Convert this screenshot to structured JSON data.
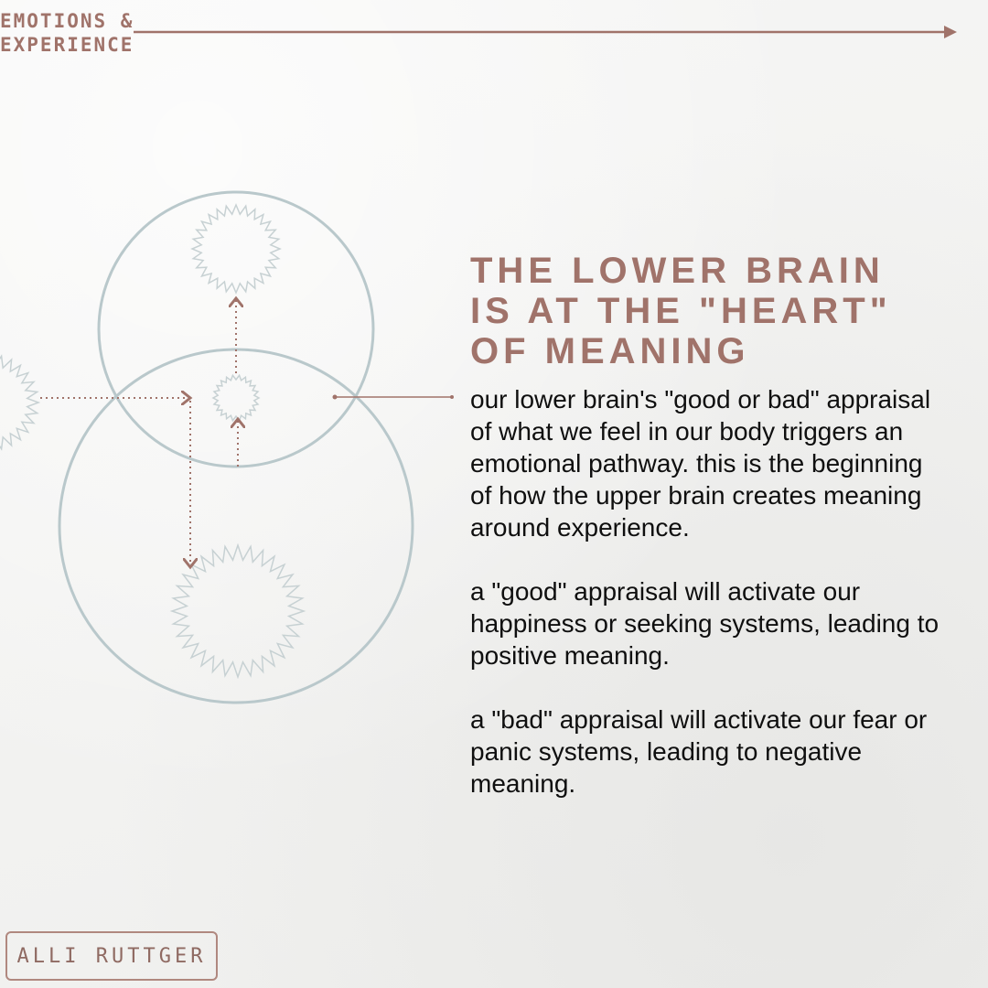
{
  "header": {
    "tag_line1": "EMOTIONS &",
    "tag_line2": "EXPERIENCE"
  },
  "title": {
    "line1": "THE LOWER BRAIN",
    "line2": "IS AT THE \"HEART\"",
    "line3": "OF MEANING"
  },
  "body": {
    "paragraph1": "our lower brain's \"good or bad\" appraisal of what we feel in our body triggers an emotional pathway. this is the beginning of how the upper brain creates meaning around experience.",
    "paragraph2": "a \"good\" appraisal will activate our happiness or seeking systems, leading to positive meaning.",
    "paragraph3": "a \"bad\" appraisal will activate our fear or panic systems, leading to negative meaning."
  },
  "footer": {
    "author": "ALLI RUTTGER"
  },
  "colors": {
    "accent": "#a0736a",
    "circle": "#b9c8cb",
    "text": "#0f0f0f"
  }
}
